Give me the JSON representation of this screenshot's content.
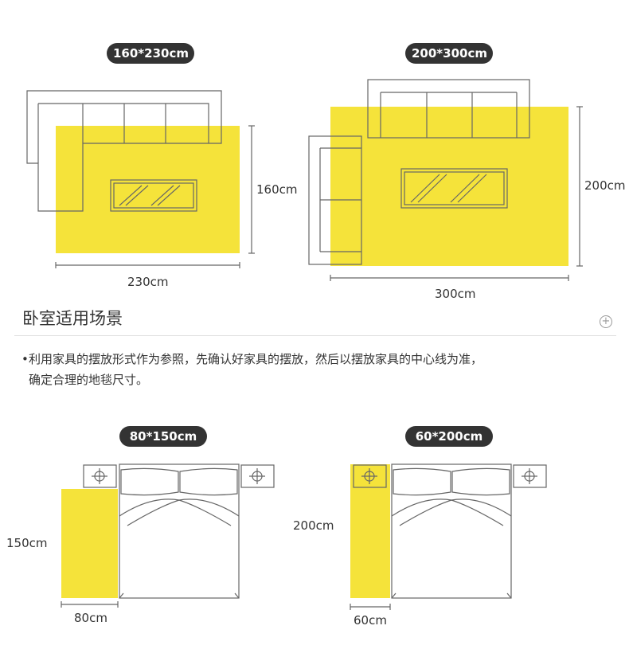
{
  "colors": {
    "rug": "#f5e33a",
    "line": "#666666",
    "pill_bg": "#333333"
  },
  "living": {
    "left": {
      "size_label": "160*230cm",
      "height_label": "160cm",
      "width_label": "230cm"
    },
    "right": {
      "size_label": "200*300cm",
      "height_label": "200cm",
      "width_label": "300cm"
    }
  },
  "section": {
    "title": "卧室适用场景",
    "description_line1": "利用家具的摆放形式作为参照，先确认好家具的摆放，然后以摆放家具的中心线为准，",
    "description_line2": "确定合理的地毯尺寸。",
    "bullet": "•",
    "expand_icon": "plus-circle-icon"
  },
  "bedroom": {
    "left": {
      "size_label": "80*150cm",
      "height_label": "150cm",
      "width_label": "80cm"
    },
    "right": {
      "size_label": "60*200cm",
      "height_label": "200cm",
      "width_label": "60cm"
    }
  }
}
